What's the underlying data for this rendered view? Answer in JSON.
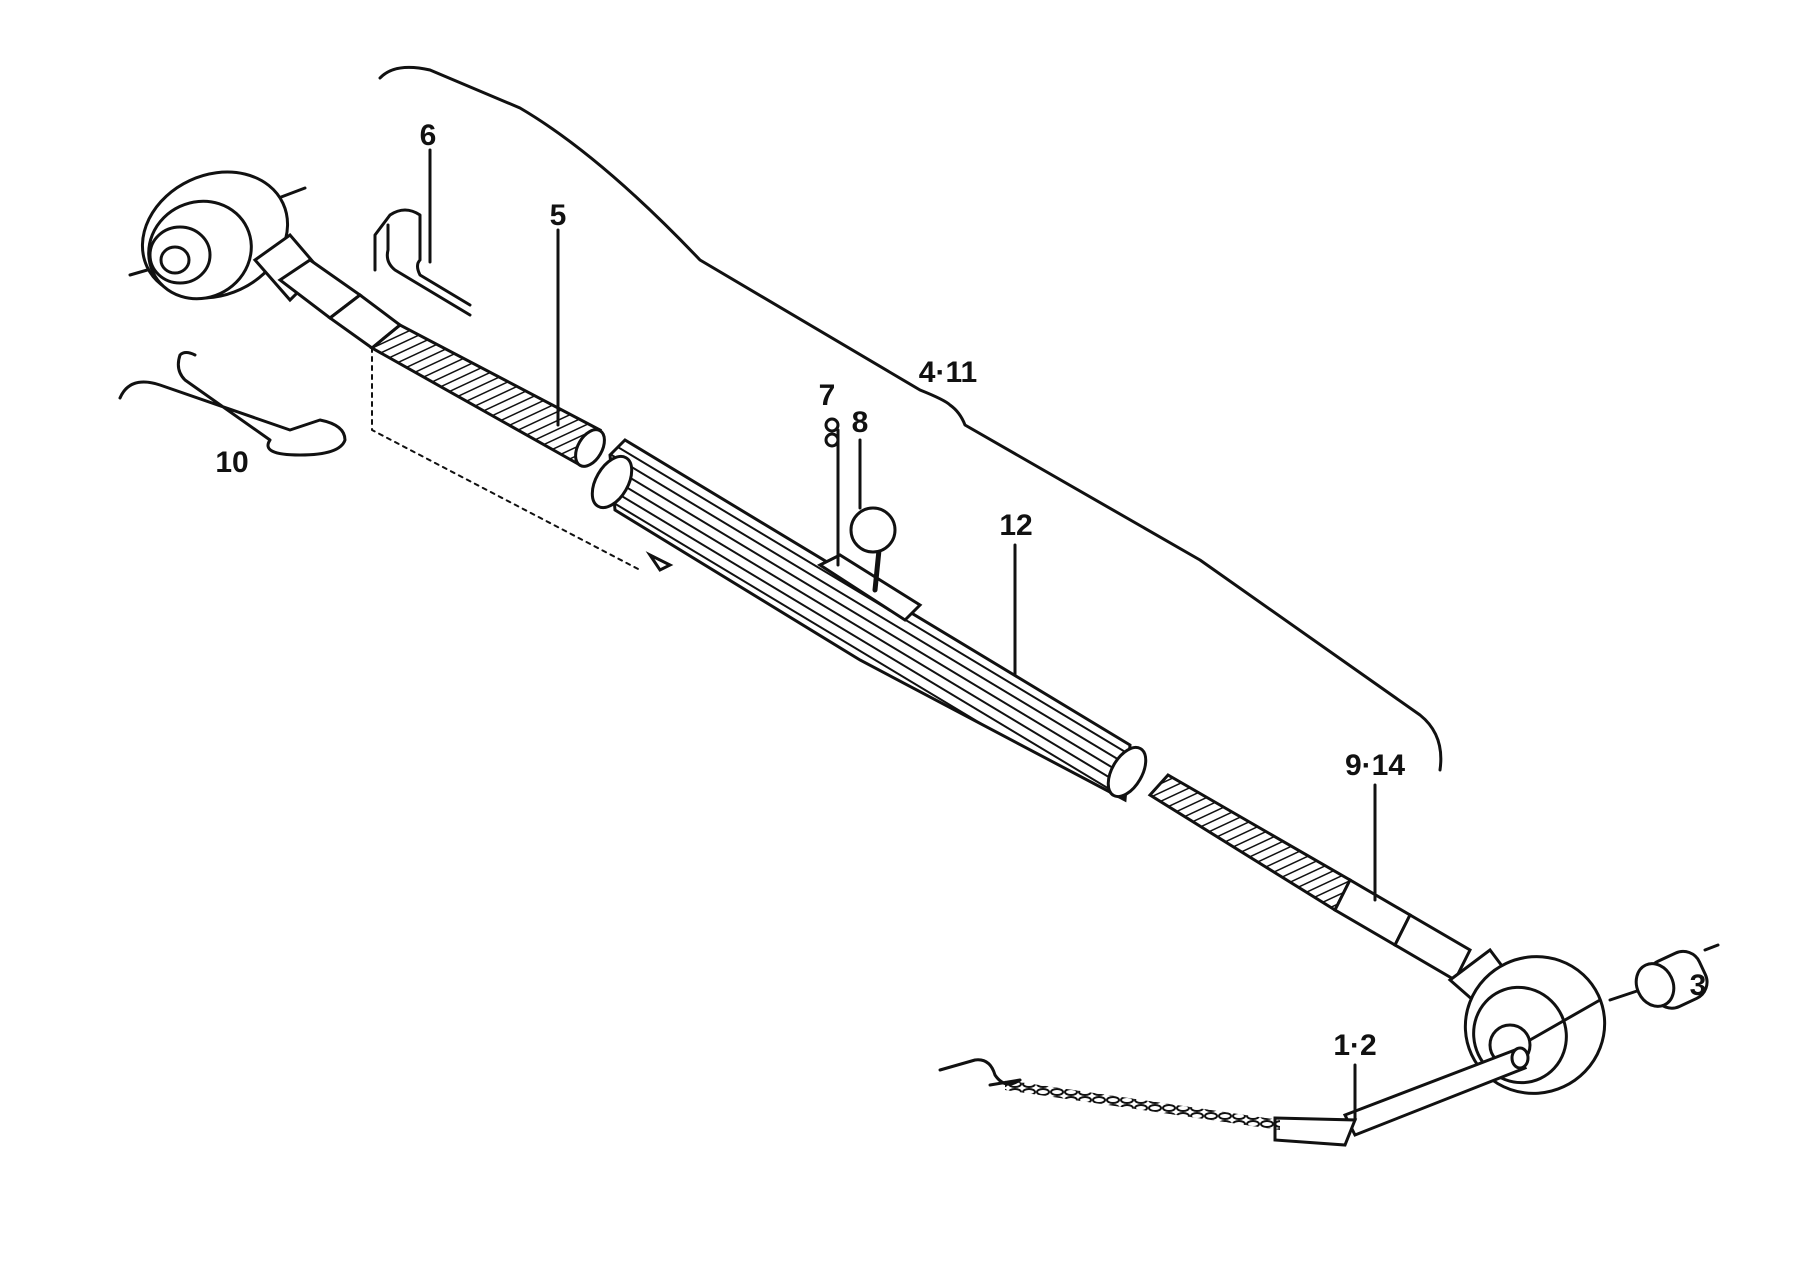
{
  "diagram": {
    "labels": {
      "l6": "6",
      "l5": "5",
      "l411": "4·11",
      "l10": "10",
      "l7": "7",
      "l8": "8",
      "l12": "12",
      "l914": "9·14",
      "l3": "3",
      "l12b": "1·2"
    }
  }
}
